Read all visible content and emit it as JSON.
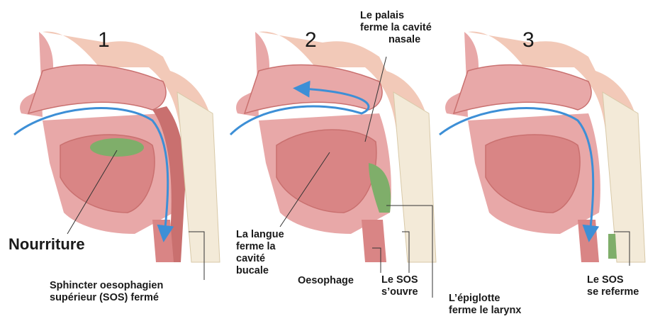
{
  "panels": [
    {
      "number": "1"
    },
    {
      "number": "2"
    },
    {
      "number": "3"
    }
  ],
  "labels": {
    "nourriture": "Nourriture",
    "sos_ferme_line1": "Sphincter oesophagien",
    "sos_ferme_line2": "supérieur (SOS) fermé",
    "palais_line1": "Le palais",
    "palais_line2": "ferme la cavité",
    "palais_line3": "nasale",
    "langue_line1": "La langue",
    "langue_line2": "ferme la",
    "langue_line3": "cavité",
    "langue_line4": "bucale",
    "oesophage": "Oesophage",
    "sos_ouvre_line1": "Le SOS",
    "sos_ouvre_line2": "s’ouvre",
    "epiglotte_line1": "L’épiglotte",
    "epiglotte_line2": "ferme le larynx",
    "sos_referme_line1": "Le SOS",
    "sos_referme_line2": "se referme"
  },
  "colors": {
    "tissue": "#e8a8a8",
    "tissue_dark": "#c9706f",
    "skin": "#f2c9b8",
    "bone": "#f3ead8",
    "food_bolus": "#7fae6a",
    "arrow": "#3d8fd6",
    "trachea": "#d98585"
  }
}
